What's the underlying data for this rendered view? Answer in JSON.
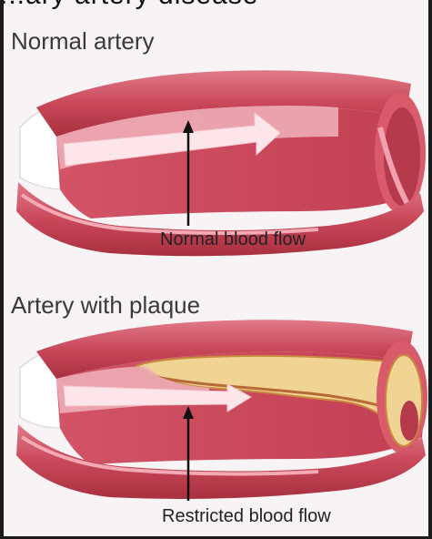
{
  "top_cropped_text": "...ary artery disease",
  "normal": {
    "title": "Normal artery",
    "caption": "Normal blood flow"
  },
  "plaque": {
    "title": "Artery with plaque",
    "caption": "Restricted blood flow"
  },
  "colors": {
    "artery_dark": "#b83a4b",
    "artery_mid": "#d65a6a",
    "artery_light": "#eea0aa",
    "lumen": "#f4c2c8",
    "arrow": "#fbe0e4",
    "plaque": "#efd494",
    "plaque_edge": "#c9893f",
    "background": "#f8f3f4"
  }
}
